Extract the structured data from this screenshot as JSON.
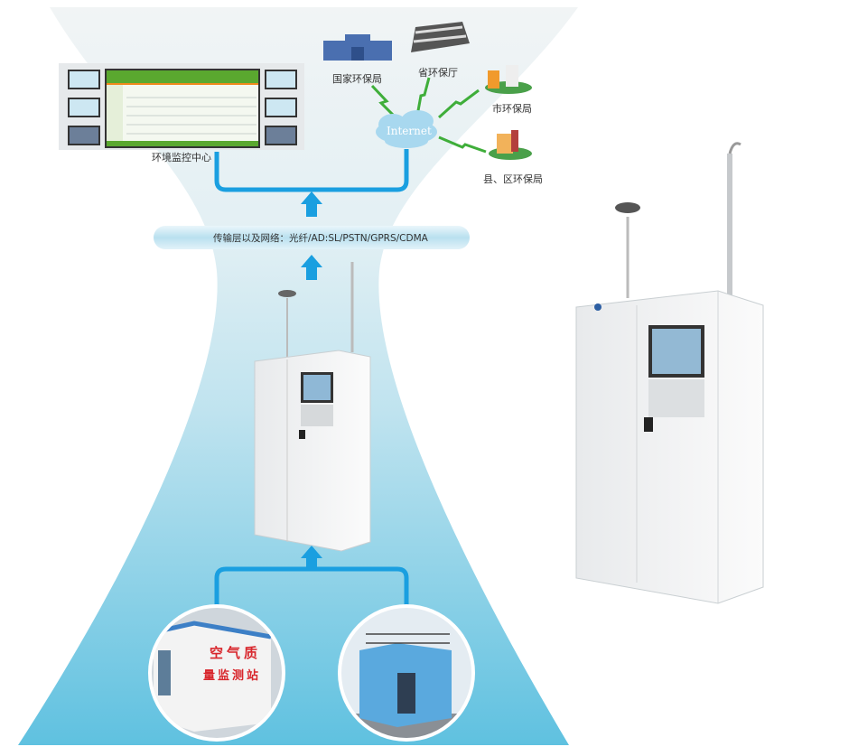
{
  "control_center": {
    "label": "环境监控中心"
  },
  "network": {
    "cloud_label": "Internet",
    "nodes": [
      {
        "label": "国家环保局",
        "icon": "government-building-icon"
      },
      {
        "label": "省环保厅",
        "icon": "office-building-icon"
      },
      {
        "label": "市环保局",
        "icon": "city-buildings-icon"
      },
      {
        "label": "县、区环保局",
        "icon": "county-buildings-icon"
      }
    ]
  },
  "transport_layer": {
    "label": "传输层以及网络：光纤/AD:SL/PSTN/GPRS/CDMA"
  },
  "stations": {
    "shelter_sign_line1": "空气质",
    "shelter_sign_line2": "量监测站"
  },
  "colors": {
    "pipe": "#1a9fe0",
    "funnel_bottom": "#6cc6e2",
    "funnel_top": "#eef3f5",
    "wireless": "#3fae3a"
  }
}
